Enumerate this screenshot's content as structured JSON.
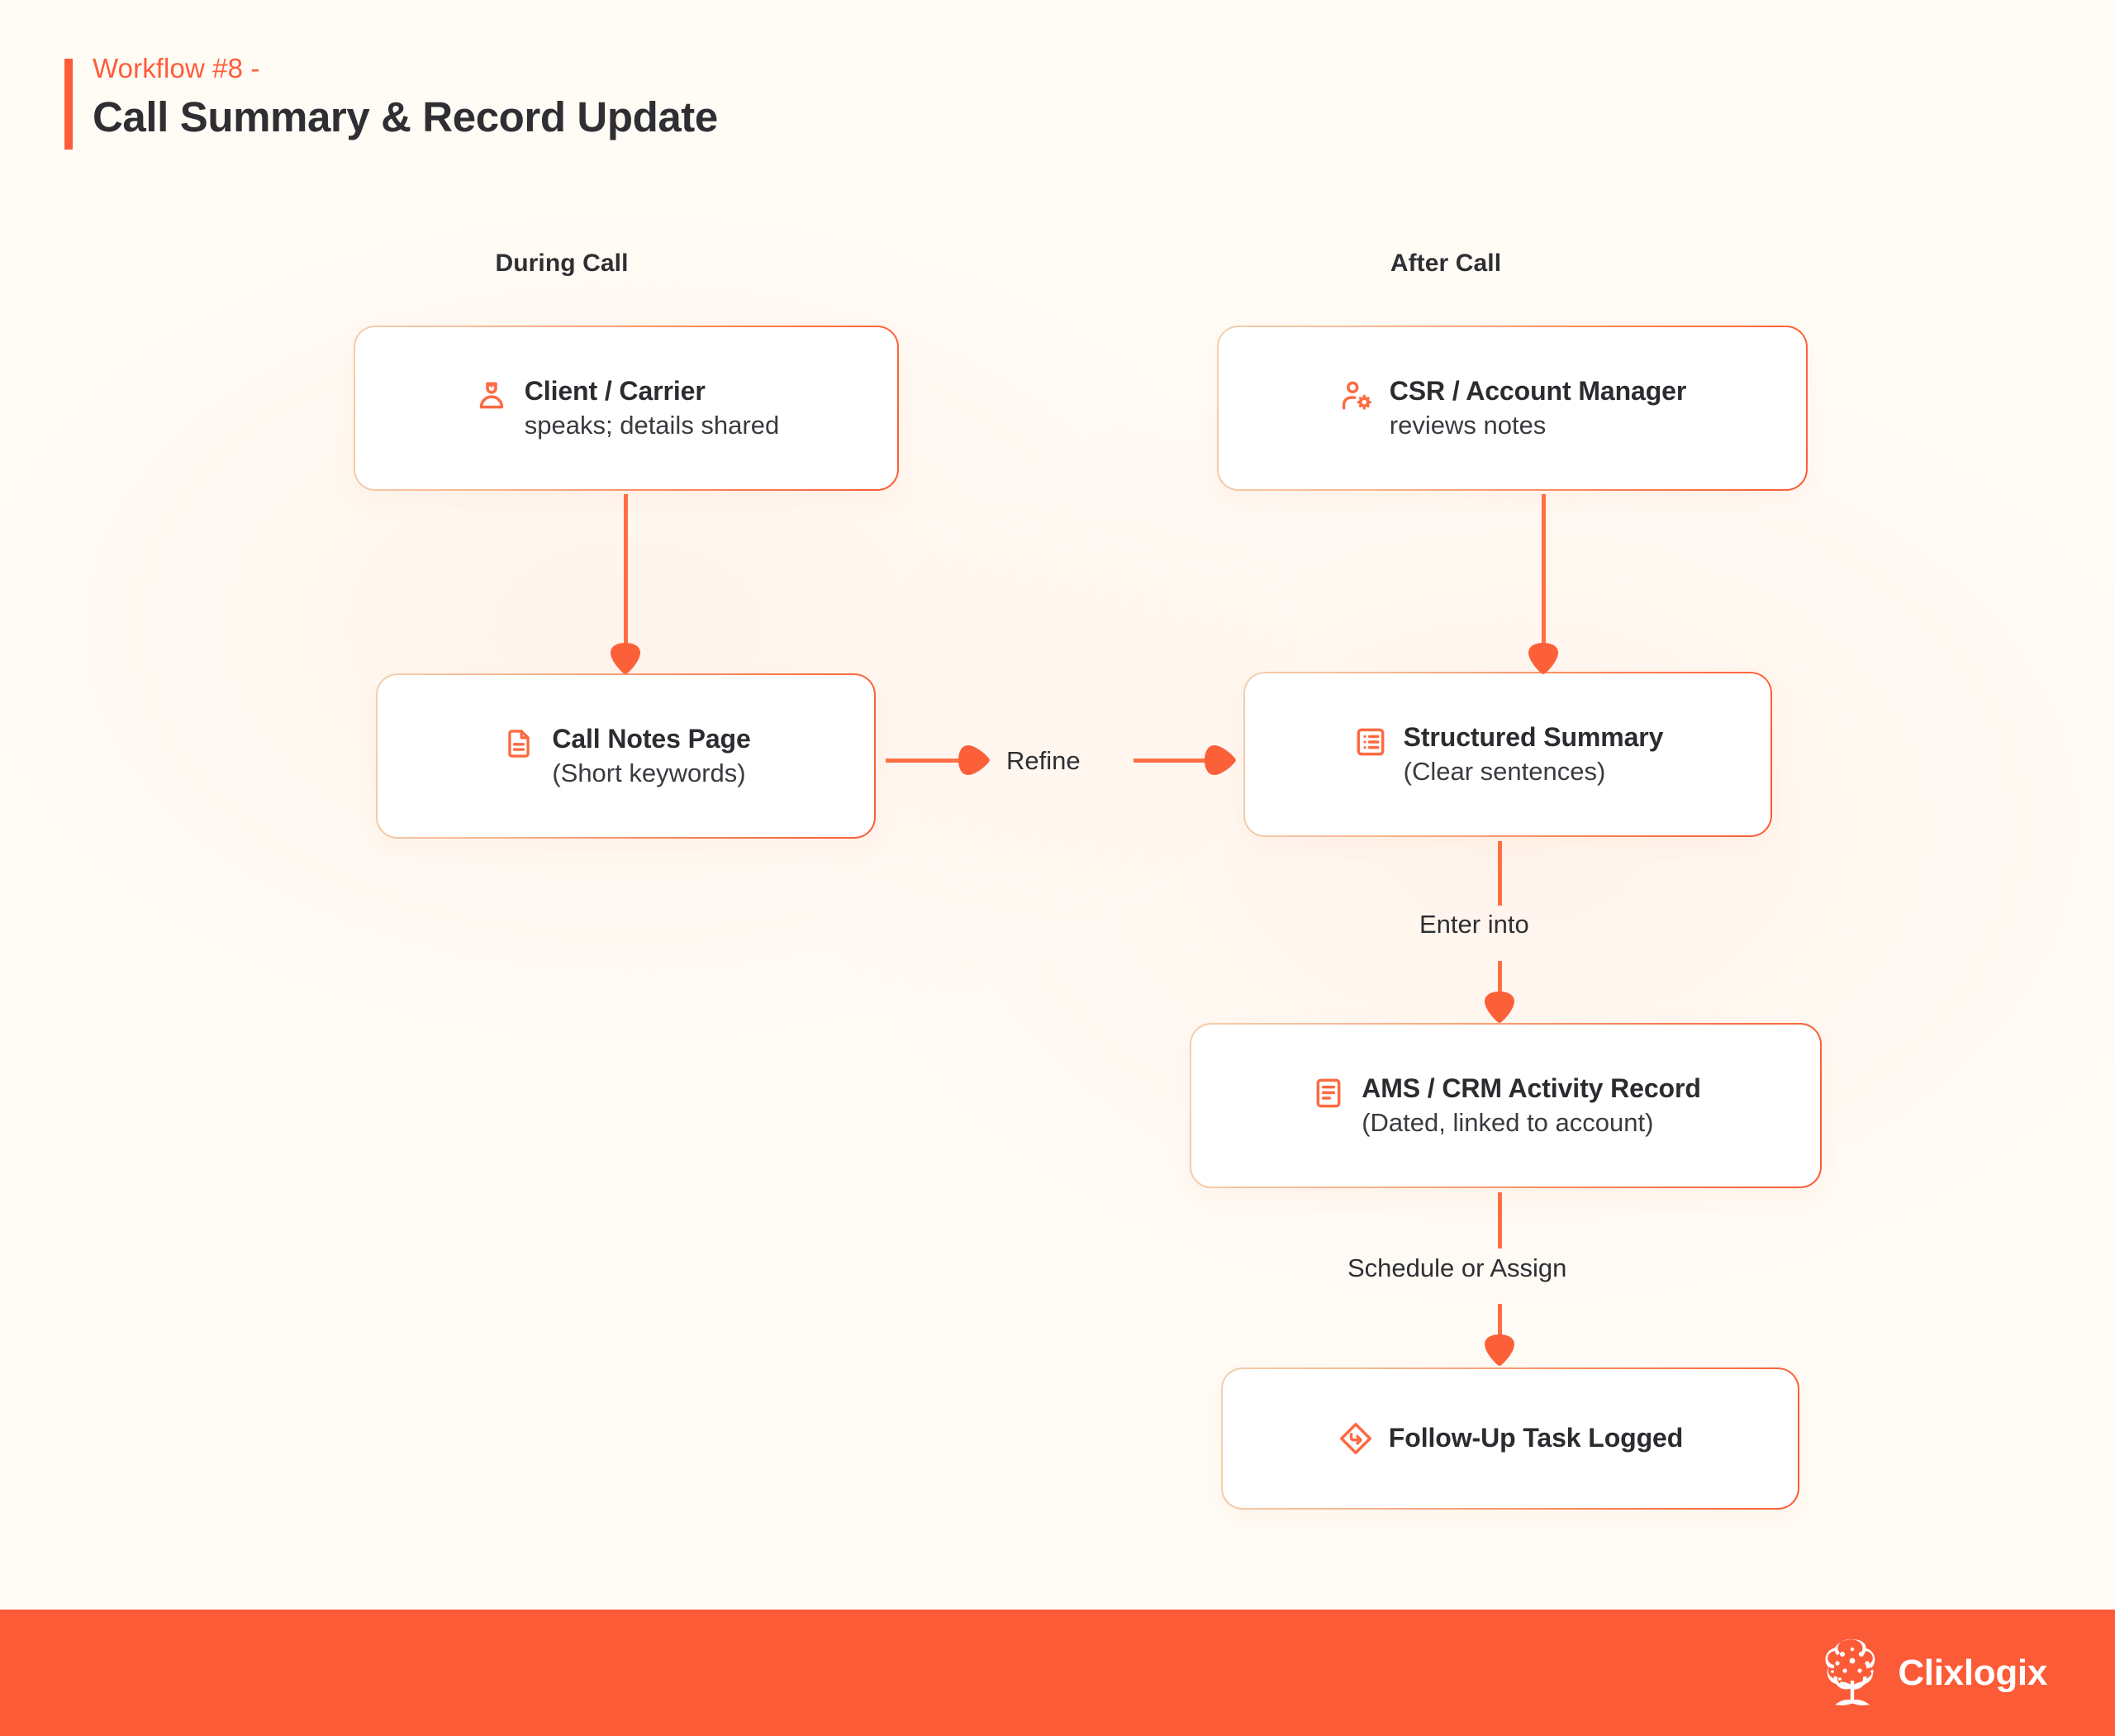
{
  "header": {
    "eyebrow": "Workflow #8 -",
    "title": "Call Summary & Record Update"
  },
  "columns": [
    {
      "id": "during-call",
      "label": "During Call"
    },
    {
      "id": "after-call",
      "label": "After Call"
    }
  ],
  "nodes": [
    {
      "id": "client-carrier",
      "icon": "person-icon",
      "title": "Client / Carrier",
      "subtitle": "speaks; details shared"
    },
    {
      "id": "call-notes-page",
      "icon": "document-icon",
      "title": "Call Notes Page",
      "subtitle": "(Short keywords)"
    },
    {
      "id": "csr-account-manager",
      "icon": "person-gear-icon",
      "title": "CSR / Account Manager",
      "subtitle": "reviews notes"
    },
    {
      "id": "structured-summary",
      "icon": "list-icon",
      "title": "Structured Summary",
      "subtitle": "(Clear sentences)"
    },
    {
      "id": "ams-crm-activity-record",
      "icon": "record-document-icon",
      "title": "AMS / CRM Activity Record",
      "subtitle": "(Dated, linked to account)"
    },
    {
      "id": "follow-up-task-logged",
      "icon": "diamond-arrow-icon",
      "title": "Follow-Up Task Logged",
      "subtitle": ""
    }
  ],
  "connectors": [
    {
      "id": "client-to-notes",
      "label": "",
      "direction": "down"
    },
    {
      "id": "csr-to-summary",
      "label": "",
      "direction": "down"
    },
    {
      "id": "notes-to-summary",
      "label": "Refine",
      "direction": "right"
    },
    {
      "id": "summary-to-ams",
      "label": "Enter into",
      "direction": "down"
    },
    {
      "id": "ams-to-followup",
      "label": "Schedule or Assign",
      "direction": "down"
    }
  ],
  "footer": {
    "brand_name": "Clixlogix",
    "logo_icon": "tree-brain-logo-icon"
  },
  "colors": {
    "accent": "#FC5B37",
    "accent_light": "#FF7A50",
    "background": "#FFFBF5",
    "text": "#2F2F33",
    "border_gradient_start": "#F3CFAE",
    "border_gradient_end": "#FB5C36"
  }
}
